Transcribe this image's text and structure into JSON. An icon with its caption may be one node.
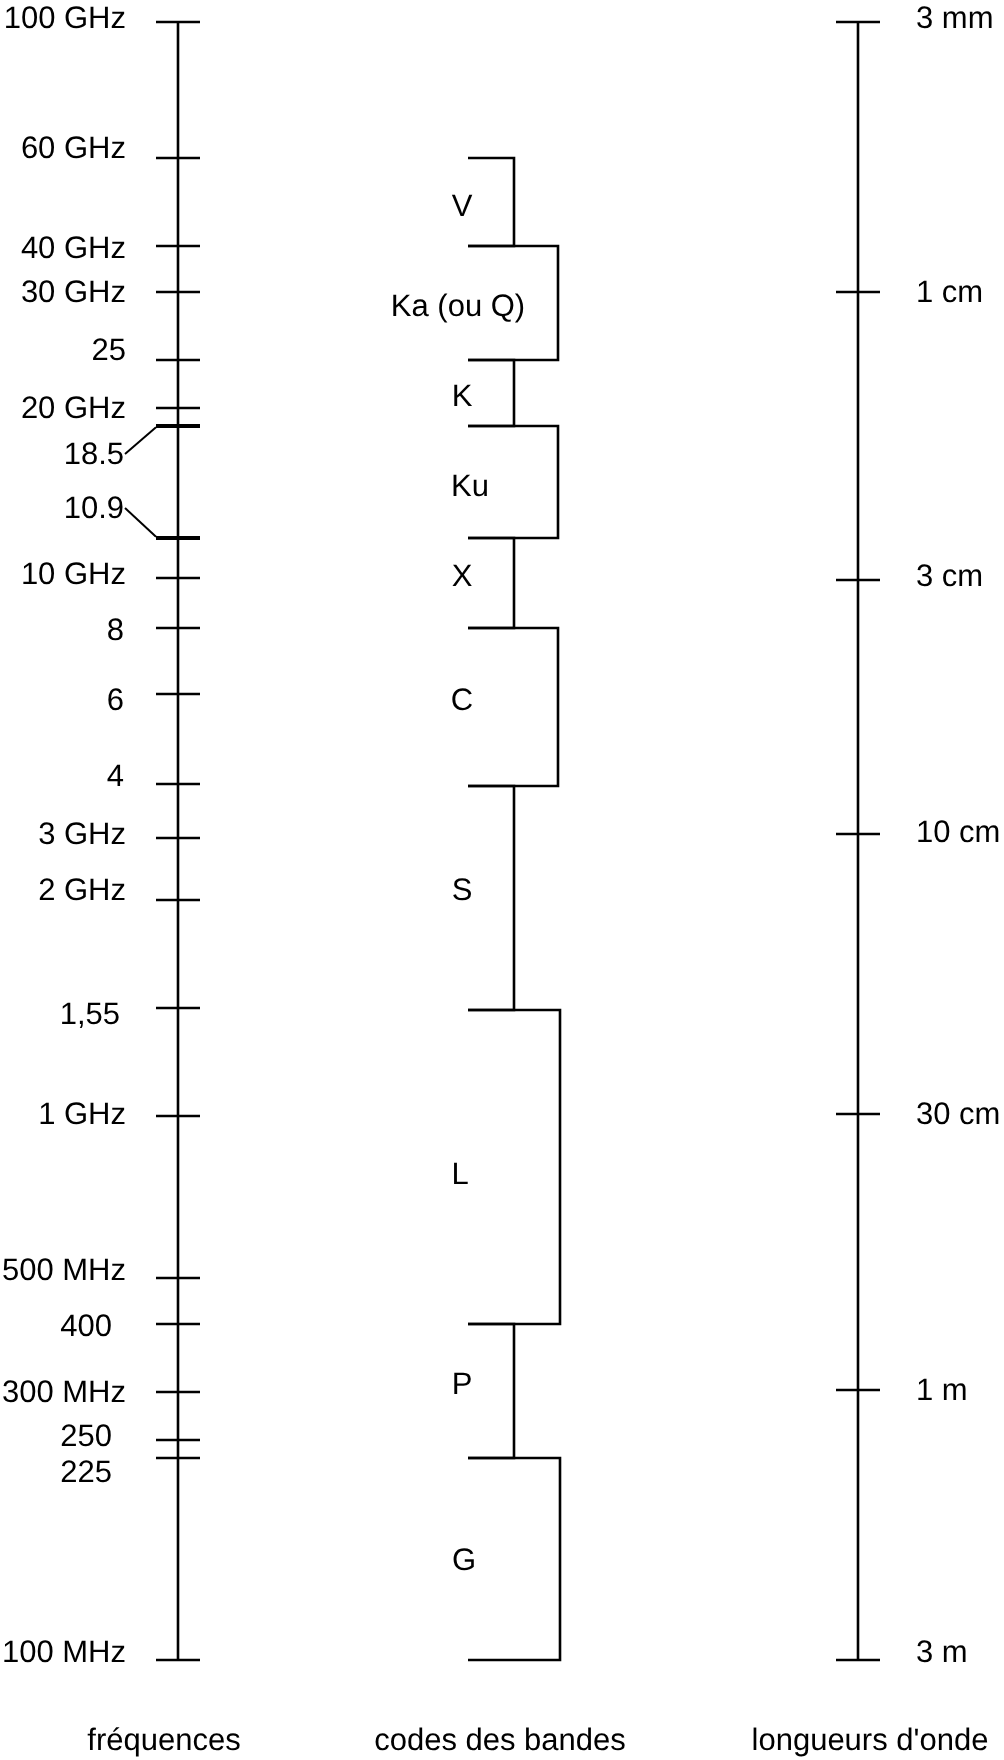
{
  "diagram": {
    "nodes": [
      {
        "text": [
          "18.5"
        ]
      },
      {
        "text": [
          "10.9"
        ]
      },
      {
        "text": [],
        "shape": "bar"
      },
      {
        "text": [],
        "shape": "bar"
      },
      {
        "text": [
          "V"
        ]
      },
      {
        "text": [
          "Ka (ou Q)"
        ]
      },
      {
        "text": [
          "K"
        ]
      },
      {
        "text": [
          "Ku"
        ]
      },
      {
        "text": [
          "X"
        ]
      },
      {
        "text": [
          "C"
        ]
      },
      {
        "text": [
          "S"
        ]
      },
      {
        "text": [
          "L"
        ]
      },
      {
        "text": [
          "P"
        ]
      },
      {
        "text": [
          "G"
        ]
      }
    ],
    "edges": [
      {
        "from": 0,
        "to": 2,
        "arrow": "none"
      },
      {
        "from": 1,
        "to": 3,
        "arrow": "none"
      }
    ],
    "labels": [
      "100 GHz",
      "60 GHz",
      "40 GHz",
      "30 GHz",
      "25",
      "20 GHz",
      "10 GHz",
      "8",
      "6",
      "4",
      "3 GHz",
      "2 GHz",
      "1,55",
      "1 GHz",
      "500 MHz",
      "400",
      "300 MHz",
      "250",
      "225",
      "100 MHz",
      "3 mm",
      "1 cm",
      "3 cm",
      "10 cm",
      "30 cm",
      "1 m",
      "3 m",
      "fréquences",
      "codes des bandes",
      "longueurs d'onde"
    ]
  }
}
